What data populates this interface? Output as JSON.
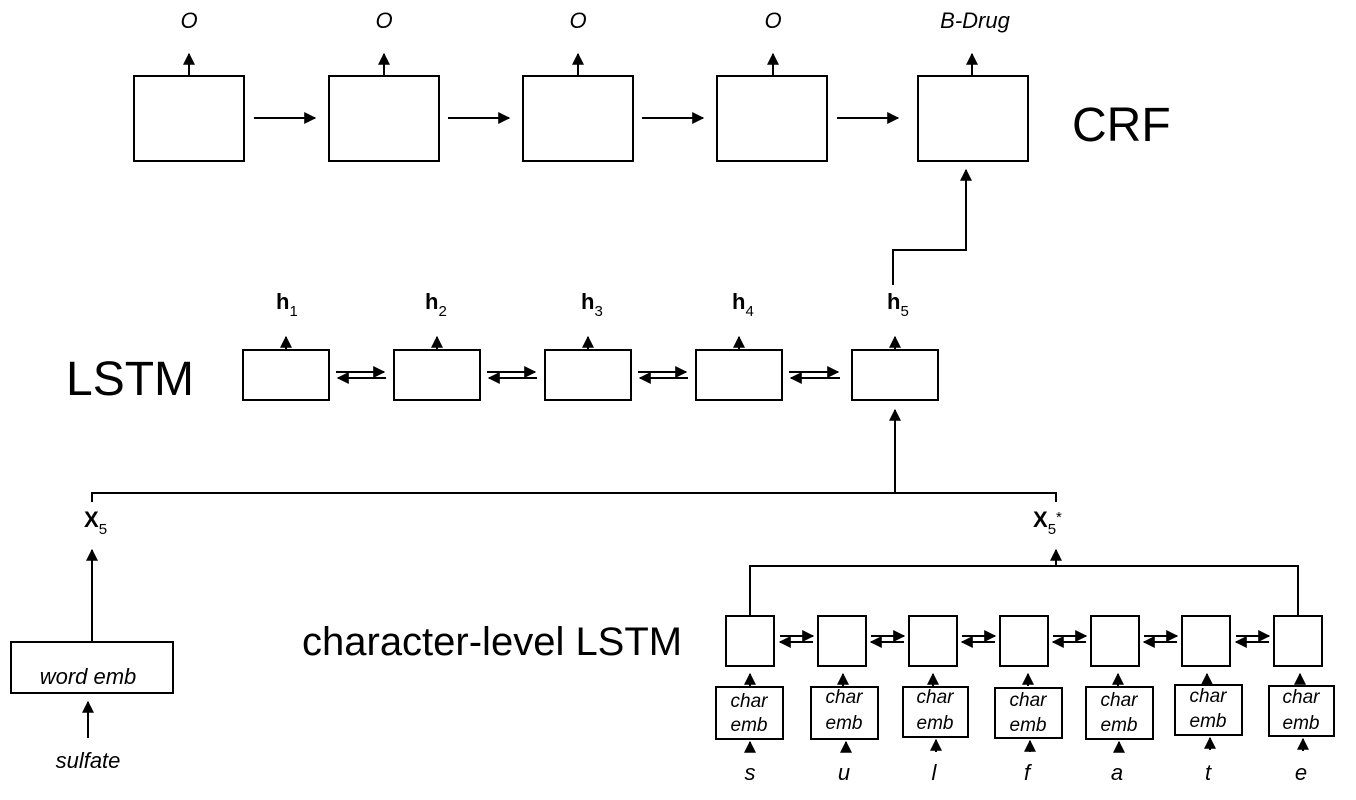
{
  "crf": {
    "title": "CRF",
    "outputs": [
      "O",
      "O",
      "O",
      "O",
      "B-Drug"
    ]
  },
  "lstm": {
    "title": "LSTM",
    "hidden": [
      {
        "base": "h",
        "sub": "1"
      },
      {
        "base": "h",
        "sub": "2"
      },
      {
        "base": "h",
        "sub": "3"
      },
      {
        "base": "h",
        "sub": "4"
      },
      {
        "base": "h",
        "sub": "5"
      }
    ]
  },
  "inputs": {
    "x5": {
      "base": "X",
      "sub": "5"
    },
    "x5star": {
      "base": "X",
      "sub": "5",
      "sup": "*"
    }
  },
  "word": {
    "emb_label": "word emb",
    "token": "sulfate"
  },
  "char_lstm": {
    "title": "character-level LSTM",
    "emb_line1": "char",
    "emb_line2": "emb",
    "chars": [
      "s",
      "u",
      "l",
      "f",
      "a",
      "t",
      "e"
    ]
  }
}
